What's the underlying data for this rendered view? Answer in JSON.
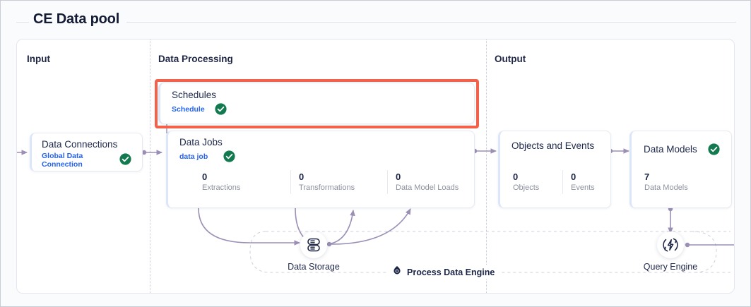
{
  "page": {
    "title": "CE Data pool"
  },
  "columns": [
    {
      "id": "input",
      "label": "Input"
    },
    {
      "id": "processing",
      "label": "Data Processing"
    },
    {
      "id": "output",
      "label": "Output"
    }
  ],
  "cards": {
    "data_connections": {
      "title": "Data Connections",
      "subtitle": "Global Data Connection",
      "status": "check-ok"
    },
    "schedules": {
      "title": "Schedules",
      "subtitle": "Schedule",
      "status": "check-ok",
      "highlighted": true
    },
    "data_jobs": {
      "title": "Data Jobs",
      "subtitle": "data job",
      "status": "check-ok",
      "stats": [
        {
          "value": "0",
          "label": "Extractions"
        },
        {
          "value": "0",
          "label": "Transformations"
        },
        {
          "value": "0",
          "label": "Data Model Loads"
        }
      ]
    },
    "objects_and_events": {
      "title": "Objects and Events",
      "stats": [
        {
          "value": "0",
          "label": "Objects"
        },
        {
          "value": "0",
          "label": "Events"
        }
      ]
    },
    "data_models": {
      "title": "Data Models",
      "status": "check-ok",
      "stats": [
        {
          "value": "7",
          "label": "Data Models"
        }
      ]
    }
  },
  "engines": {
    "data_storage": {
      "label": "Data Storage",
      "icon": "database-icon"
    },
    "query_engine": {
      "label": "Query Engine",
      "icon": "query-bolt-icon"
    }
  },
  "legend": {
    "label": "Process Data Engine",
    "icon": "process-engine-icon"
  },
  "colors": {
    "accent_blue": "#2563eb",
    "status_green": "#137a50",
    "highlight_red": "#f4614b",
    "wire_purple": "#9b8fb5",
    "title_navy": "#141b34"
  }
}
